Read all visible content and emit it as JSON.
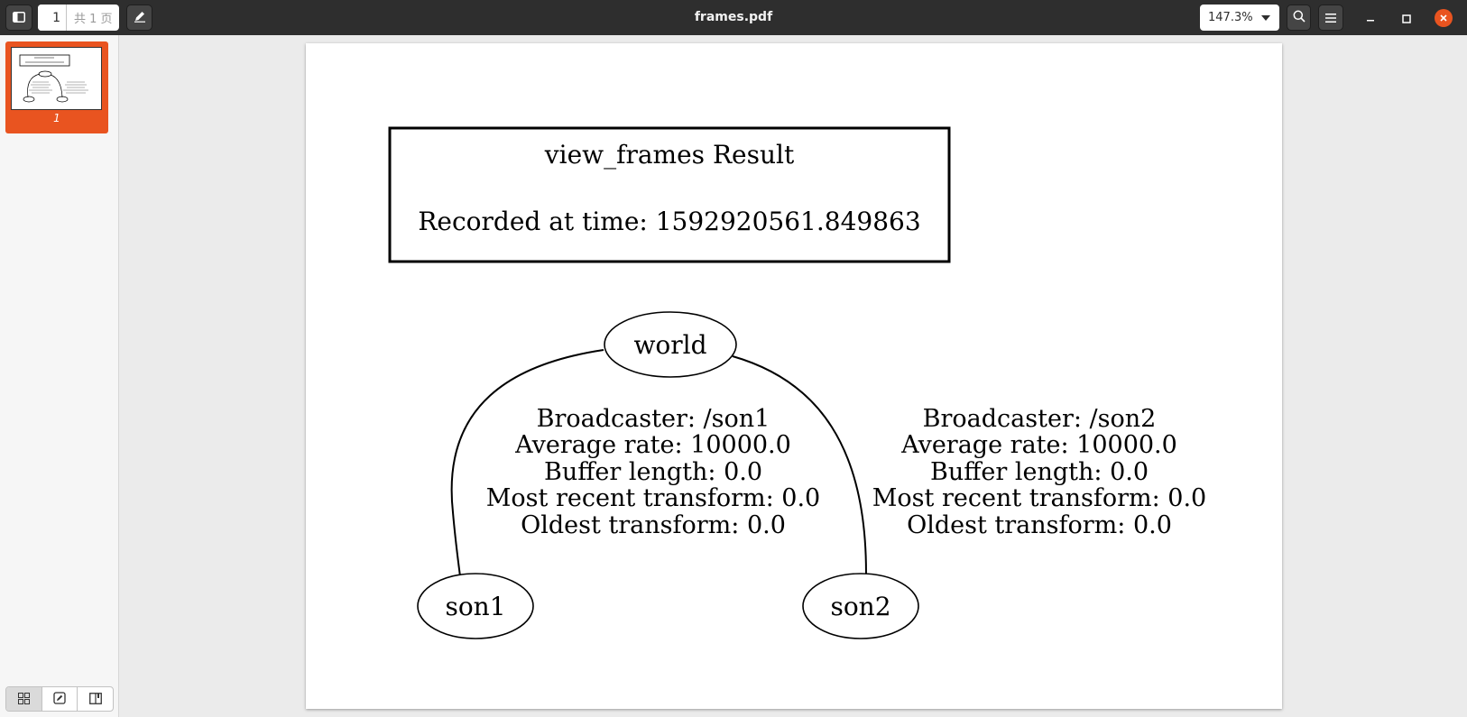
{
  "window": {
    "title": "frames.pdf"
  },
  "toolbar": {
    "page_number": "1",
    "page_total": "共 1 页",
    "zoom": "147.3%"
  },
  "sidebar": {
    "thumbnail_label": "1"
  },
  "document": {
    "header_title": "view_frames Result",
    "header_recorded": "Recorded at time: 1592920561.849863",
    "nodes": {
      "world": "world",
      "son1": "son1",
      "son2": "son2"
    },
    "edge_son1": [
      "Broadcaster: /son1",
      "Average rate: 10000.0",
      "Buffer length: 0.0",
      "Most recent transform: 0.0",
      "Oldest transform: 0.0"
    ],
    "edge_son2": [
      "Broadcaster: /son2",
      "Average rate: 10000.0",
      "Buffer length: 0.0",
      "Most recent transform: 0.0",
      "Oldest transform: 0.0"
    ]
  },
  "colors": {
    "headerbar": "#2e2e2e",
    "accent": "#e95420"
  }
}
